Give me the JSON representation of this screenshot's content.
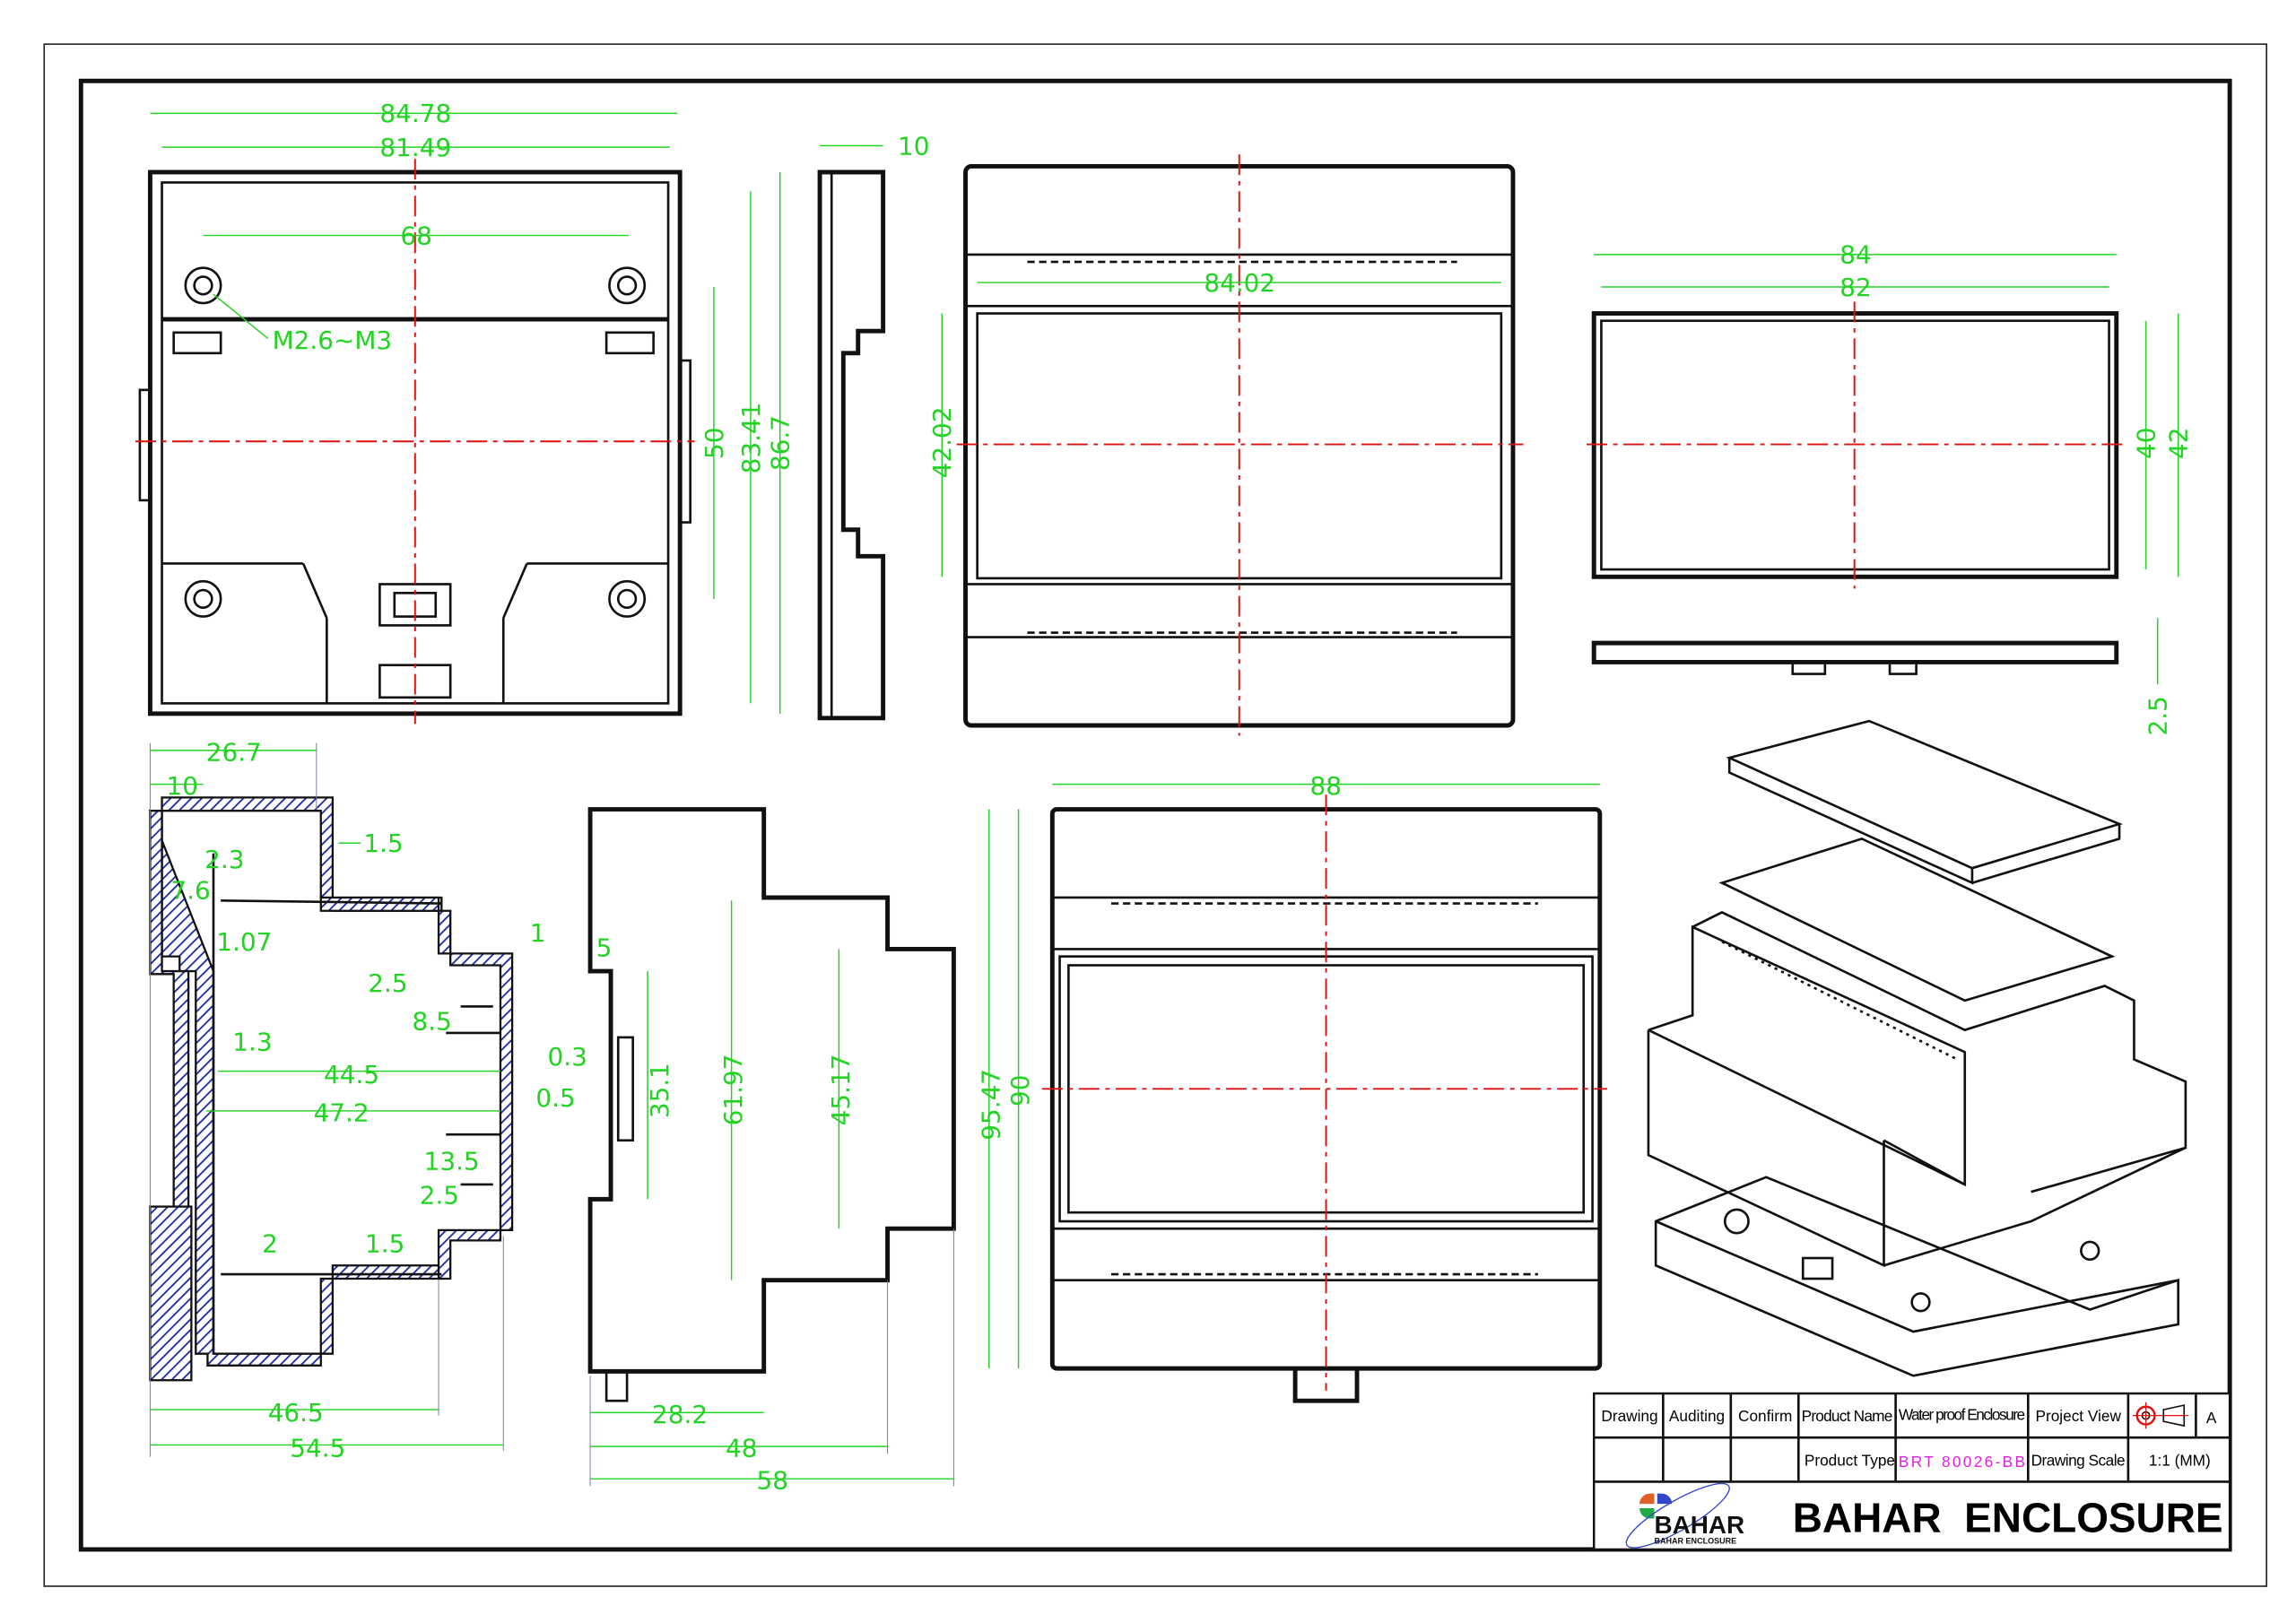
{
  "views": {
    "top": {
      "d1": "84.78",
      "d2": "81.49",
      "d3": "68",
      "thread": "M2.6~M3",
      "d4": "50",
      "d5": "83.41",
      "d6": "86.7"
    },
    "side": {
      "d1": "10"
    },
    "front_open": {
      "d1": "84.02",
      "d2": "42.02"
    },
    "lid": {
      "d1": "84",
      "d2": "82",
      "d3": "40",
      "d4": "42",
      "d5": "2.5"
    },
    "section": {
      "d1": "26.7",
      "d2": "10",
      "d3": "1.5",
      "d4": "2.3",
      "d5": "7.6",
      "d6": "1.07",
      "d7": "1",
      "d8": "2.5",
      "d9": "8.5",
      "d10": "1.3",
      "d11": "0.3",
      "d12": "44.5",
      "d13": "0.5",
      "d14": "47.2",
      "d15": "13.5",
      "d16": "2.5",
      "d17": "2",
      "d18": "1.5",
      "d19": "46.5",
      "d20": "54.5"
    },
    "profile": {
      "d1": "5",
      "d2": "35.1",
      "d3": "61.97",
      "d4": "45.17",
      "d5": "28.2",
      "d6": "48",
      "d7": "58"
    },
    "front": {
      "d1": "88",
      "d2": "95.47",
      "d3": "90"
    }
  },
  "title_block": {
    "drawing": "Drawing",
    "auditing": "Auditing",
    "confirm": "Confirm",
    "product_name_label": "Product Name",
    "product_name": "Water proof Enclosure",
    "project_view_label": "Project View",
    "sheet": "A",
    "product_type_label": "Product Type",
    "product_type": "BRT 80026-BB",
    "drawing_scale_label": "Drawing Scale",
    "drawing_scale": "1:1 (MM)",
    "company": "BAHAR  ENCLOSURE",
    "logo_text": "BAHAR",
    "logo_subtext": "BAHAR ENCLOSURE"
  },
  "colors": {
    "dimension": "#22d422",
    "centerline": "#e01010",
    "hatch": "#1a2aa8",
    "product_type": "#e020e0"
  }
}
